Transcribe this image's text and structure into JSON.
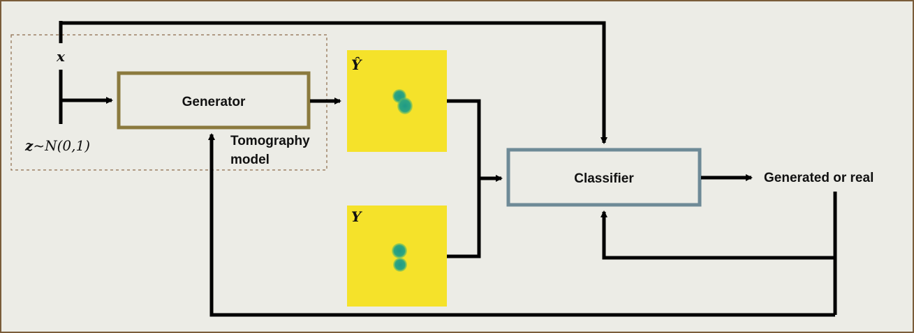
{
  "generator": {
    "label": "Generator"
  },
  "classifier": {
    "label": "Classifier"
  },
  "tomography": {
    "line1": "Tomography",
    "line2": "model"
  },
  "inputs": {
    "x_label": "x",
    "z_label": "z",
    "z_dist": "~N(0,1)"
  },
  "output": {
    "label": "Generated or real"
  },
  "images": {
    "generated_label": "Ŷ",
    "real_label": "Y"
  },
  "colors": {
    "background": "#ecece6",
    "frame_border": "#7a5c3a",
    "generator_border": "#8b7a3e",
    "classifier_border": "#6e8a97",
    "image_bg": "#f5e22a",
    "blob": "#2aa08a",
    "arrow": "#000000"
  }
}
